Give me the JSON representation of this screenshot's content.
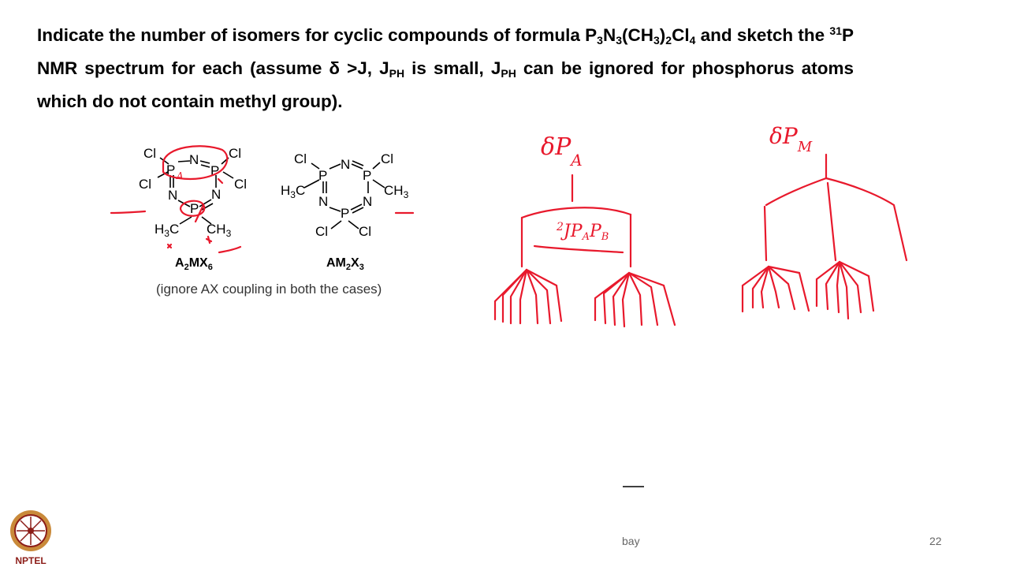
{
  "question": {
    "p1": "Indicate the number of isomers for cyclic compounds of formula ",
    "f1": "P",
    "f1s": "3",
    "f2": "N",
    "f2s": "3",
    "f3": "(CH",
    "f3s": "3",
    "f4": ")",
    "f4s": "2",
    "f5": "Cl",
    "f5s": "4",
    "p2": " and sketch the ",
    "sup31": "31",
    "p3": "P NMR spectrum for each (assume δ >J, J",
    "ph1": "PH",
    "p4": " is small, J",
    "ph2": "PH",
    "p5": " can be ignored for phosphorus atoms which do not contain methyl group)."
  },
  "structure1": {
    "atoms": {
      "cl": "Cl",
      "n": "N",
      "p": "P"
    },
    "h3c": "H",
    "h3c_sub": "3",
    "h3c_c": "C",
    "ch3": "CH",
    "ch3_sub": "3",
    "label": {
      "a": "A",
      "a_sub": "2",
      "mx": "MX",
      "x_sub": "6"
    }
  },
  "structure2": {
    "atoms": {
      "cl": "Cl",
      "n": "N",
      "p": "P"
    },
    "h3c": "H",
    "h3c_sub": "3",
    "h3c_c": "C",
    "ch3": "CH",
    "ch3_sub": "3",
    "label": {
      "am": "AM",
      "m_sub": "2",
      "x": "X",
      "x_sub": "3"
    }
  },
  "note": "(ignore AX coupling in both the cases)",
  "annotations": {
    "delta_pa": {
      "d": "δ",
      "p": "P",
      "sub": "A"
    },
    "delta_pm": {
      "d": "δ",
      "p": "P",
      "sub": "M"
    },
    "coupling": {
      "pre": "2",
      "j": "J",
      "p1": "P",
      "s1": "A",
      "p2": "P",
      "s2": "B"
    },
    "atom_a": "A"
  },
  "footer": {
    "text": "bay",
    "page": "22"
  },
  "logo": {
    "text": "NPTEL"
  },
  "colors": {
    "ink": "#e8192c",
    "text": "#000000",
    "footer": "#666666"
  }
}
